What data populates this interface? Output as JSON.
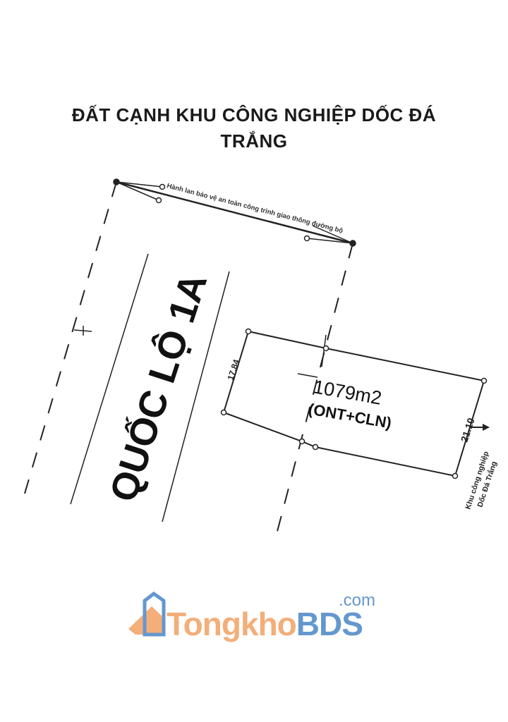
{
  "title": {
    "line1": "ĐẤT  CẠNH KHU CÔNG NGHIỆP DỐC ĐÁ",
    "line2": "TRẮNG"
  },
  "map": {
    "corridor_label": "Hành lan bảo vệ an toàn công trình giao thông  đường bộ",
    "road_label": "QUỐC LỘ 1A",
    "plot_area": "1079m2",
    "plot_land_use": "(ONT+CLN)",
    "dimension_left": "17.84",
    "dimension_right": "21.10",
    "neighbor_line1": "Khu công nghiệp",
    "neighbor_line2": "Dốc Đá Trắng"
  },
  "watermark": {
    "part1": "Tongkho",
    "part2": "BDS",
    "suffix": ".com",
    "color_orange": "#f2a062",
    "color_blue": "#4a86c6"
  }
}
